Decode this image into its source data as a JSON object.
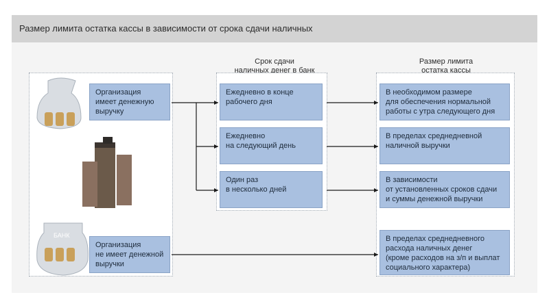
{
  "header": {
    "title": "Размер лимита остатка кассы в зависимости от срока сдачи наличных"
  },
  "columns": {
    "deadline_title": "Срок сдачи\nналичных денег в банк",
    "limit_title": "Размер лимита\nостатка кассы"
  },
  "organizations": [
    {
      "label": "Организация\nимеет денежную\nвыручку",
      "icon": "money-bag-icon"
    },
    {
      "label": "Организация\nне имеет денежной\nвыручки",
      "icon": "bank-bag-icon"
    }
  ],
  "bank_label": "БАНК",
  "deadlines": [
    "Ежедневно в конце\nрабочего дня",
    "Ежедневно\nна следующий день",
    "Один раз\nв несколько дней"
  ],
  "limits": [
    "В необходимом размере\nдля обеспечения нормальной\nработы с утра следующего дня",
    "В пределах среднедневной\nналичной выручки",
    "В зависимости\nот установленных сроков сдачи\nи суммы денежной выручки",
    "В пределах среднедневного\nрасхода наличных денег\n(кроме расходов на з/п и выплат\nсоциального характера)"
  ],
  "colors": {
    "box": "#a9c0e0",
    "header": "#d3d3d3",
    "line": "#1a1a1a"
  }
}
